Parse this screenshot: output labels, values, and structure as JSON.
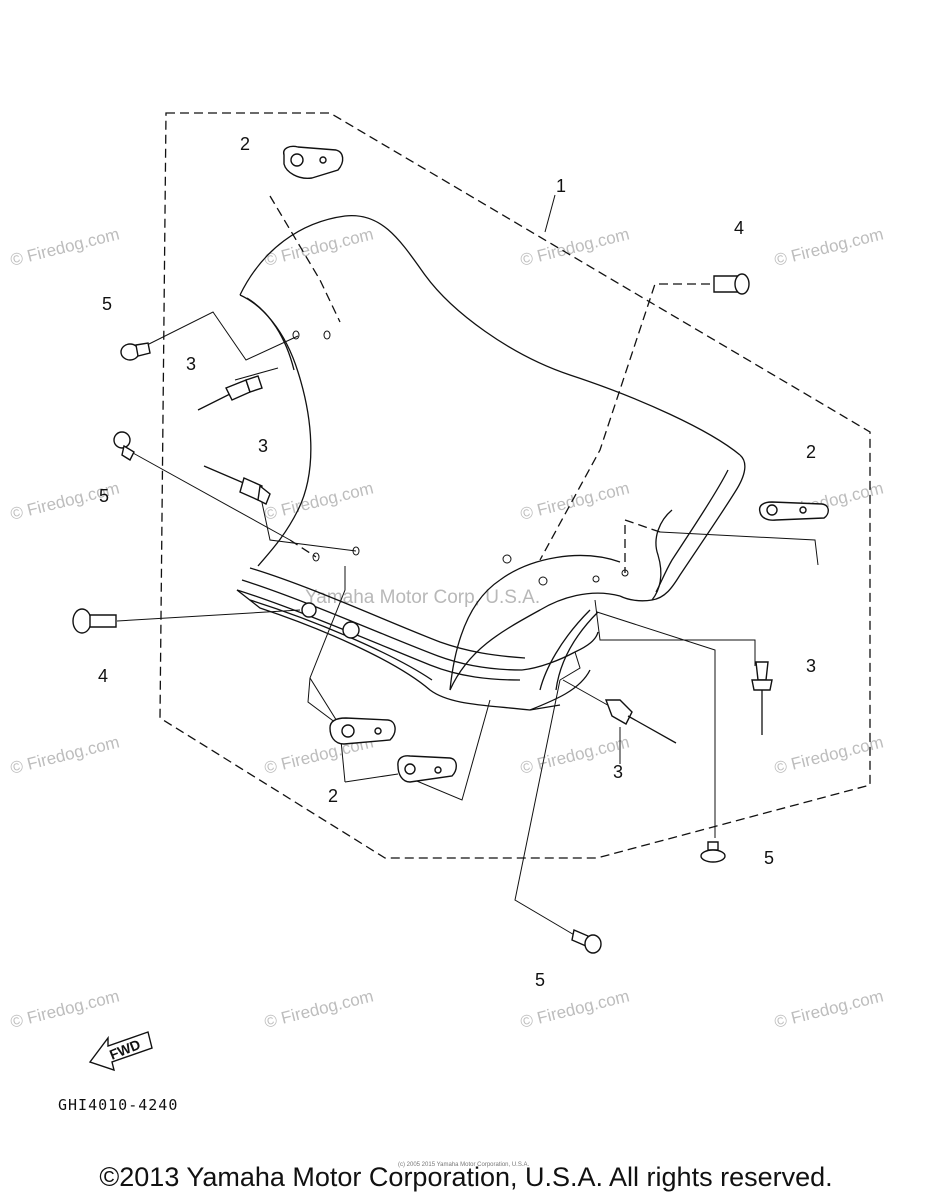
{
  "callouts": {
    "c1": "1",
    "c2a": "2",
    "c2b": "2",
    "c2c": "2",
    "c3a": "3",
    "c3b": "3",
    "c3c": "3",
    "c3d": "3",
    "c4a": "4",
    "c4b": "4",
    "c5a": "5",
    "c5b": "5",
    "c5c": "5",
    "c5d": "5"
  },
  "watermark": {
    "text": "© Firedog.com",
    "center_text": "Yamaha Motor Corp, U.S.A."
  },
  "fwd_label": "FWD",
  "diagram_code": "GHI4010-4240",
  "fine_print": "(c) 2005 2015 Yamaha Motor Corporation, U.S.A.",
  "copyright": "©2013 Yamaha Motor Corporation, U.S.A. All rights reserved."
}
